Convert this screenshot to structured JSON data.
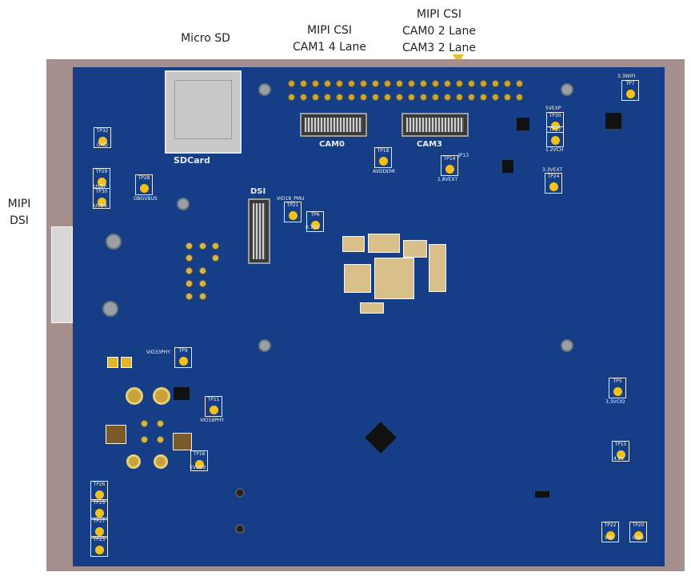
{
  "callouts": {
    "micro_sd": "Micro SD",
    "mipi_csi_cam1_line1": "MIPI CSI",
    "mipi_csi_cam1_line2": "CAM1 4 Lane",
    "mipi_csi_cam03_line1": "MIPI CSI",
    "mipi_csi_cam03_line2": "CAM0 2 Lane",
    "mipi_csi_cam03_line3": "CAM3 2 Lane",
    "mipi_dsi_line1": "MIPI",
    "mipi_dsi_line2": "DSI"
  },
  "silkscreen": {
    "sdcard": "SDCard",
    "cam0": "CAM0",
    "cam3": "CAM3",
    "dsi": "DSI",
    "dbgvbus": "DBGVBUS",
    "vio18_pmu": "VIO18_PMU",
    "vio33phy": "VIO33PHY",
    "vio18phy": "VIO18PHY",
    "avddemi": "AVDDEMI",
    "jp13": "JP13",
    "3v3_wifi": "3.3WIFI",
    "5vexp": "5VEXP",
    "1v2vch": "1.2VCH",
    "3v3ext": "3.3VEXT",
    "1v8ext": "1.8VEXT",
    "0v75u": "0.75U",
    "3v3vbus": "5VUSB",
    "3v3vccio": "3.3VCIO",
    "4v2": "4.2V",
    "vin": "VIN",
    "gnd": "GND"
  },
  "test_points": [
    {
      "label": "TP32",
      "sub": "GND"
    },
    {
      "label": "TP29",
      "sub": "USBP"
    },
    {
      "label": "TP30",
      "sub": "USBN"
    },
    {
      "label": "TP28",
      "sub": ""
    },
    {
      "label": "TP21",
      "sub": ""
    },
    {
      "label": "TP6",
      "sub": ""
    },
    {
      "label": "TP18",
      "sub": ""
    },
    {
      "label": "TP14",
      "sub": ""
    },
    {
      "label": "TP7",
      "sub": ""
    },
    {
      "label": "TP30",
      "sub": ""
    },
    {
      "label": "TP17",
      "sub": ""
    },
    {
      "label": "TP24",
      "sub": ""
    },
    {
      "label": "TP9",
      "sub": ""
    },
    {
      "label": "TP11",
      "sub": ""
    },
    {
      "label": "TP16",
      "sub": ""
    },
    {
      "label": "TP5",
      "sub": ""
    },
    {
      "label": "TP15",
      "sub": ""
    },
    {
      "label": "TP22",
      "sub": ""
    },
    {
      "label": "TP20",
      "sub": ""
    },
    {
      "label": "TP26",
      "sub": ""
    },
    {
      "label": "TP25",
      "sub": ""
    },
    {
      "label": "TP27",
      "sub": ""
    },
    {
      "label": "TP23",
      "sub": ""
    }
  ],
  "colors": {
    "board": "#163e86",
    "frame": "#a58f8c",
    "pad_gold": "#f1c21a",
    "silk": "#e8e8e8"
  }
}
